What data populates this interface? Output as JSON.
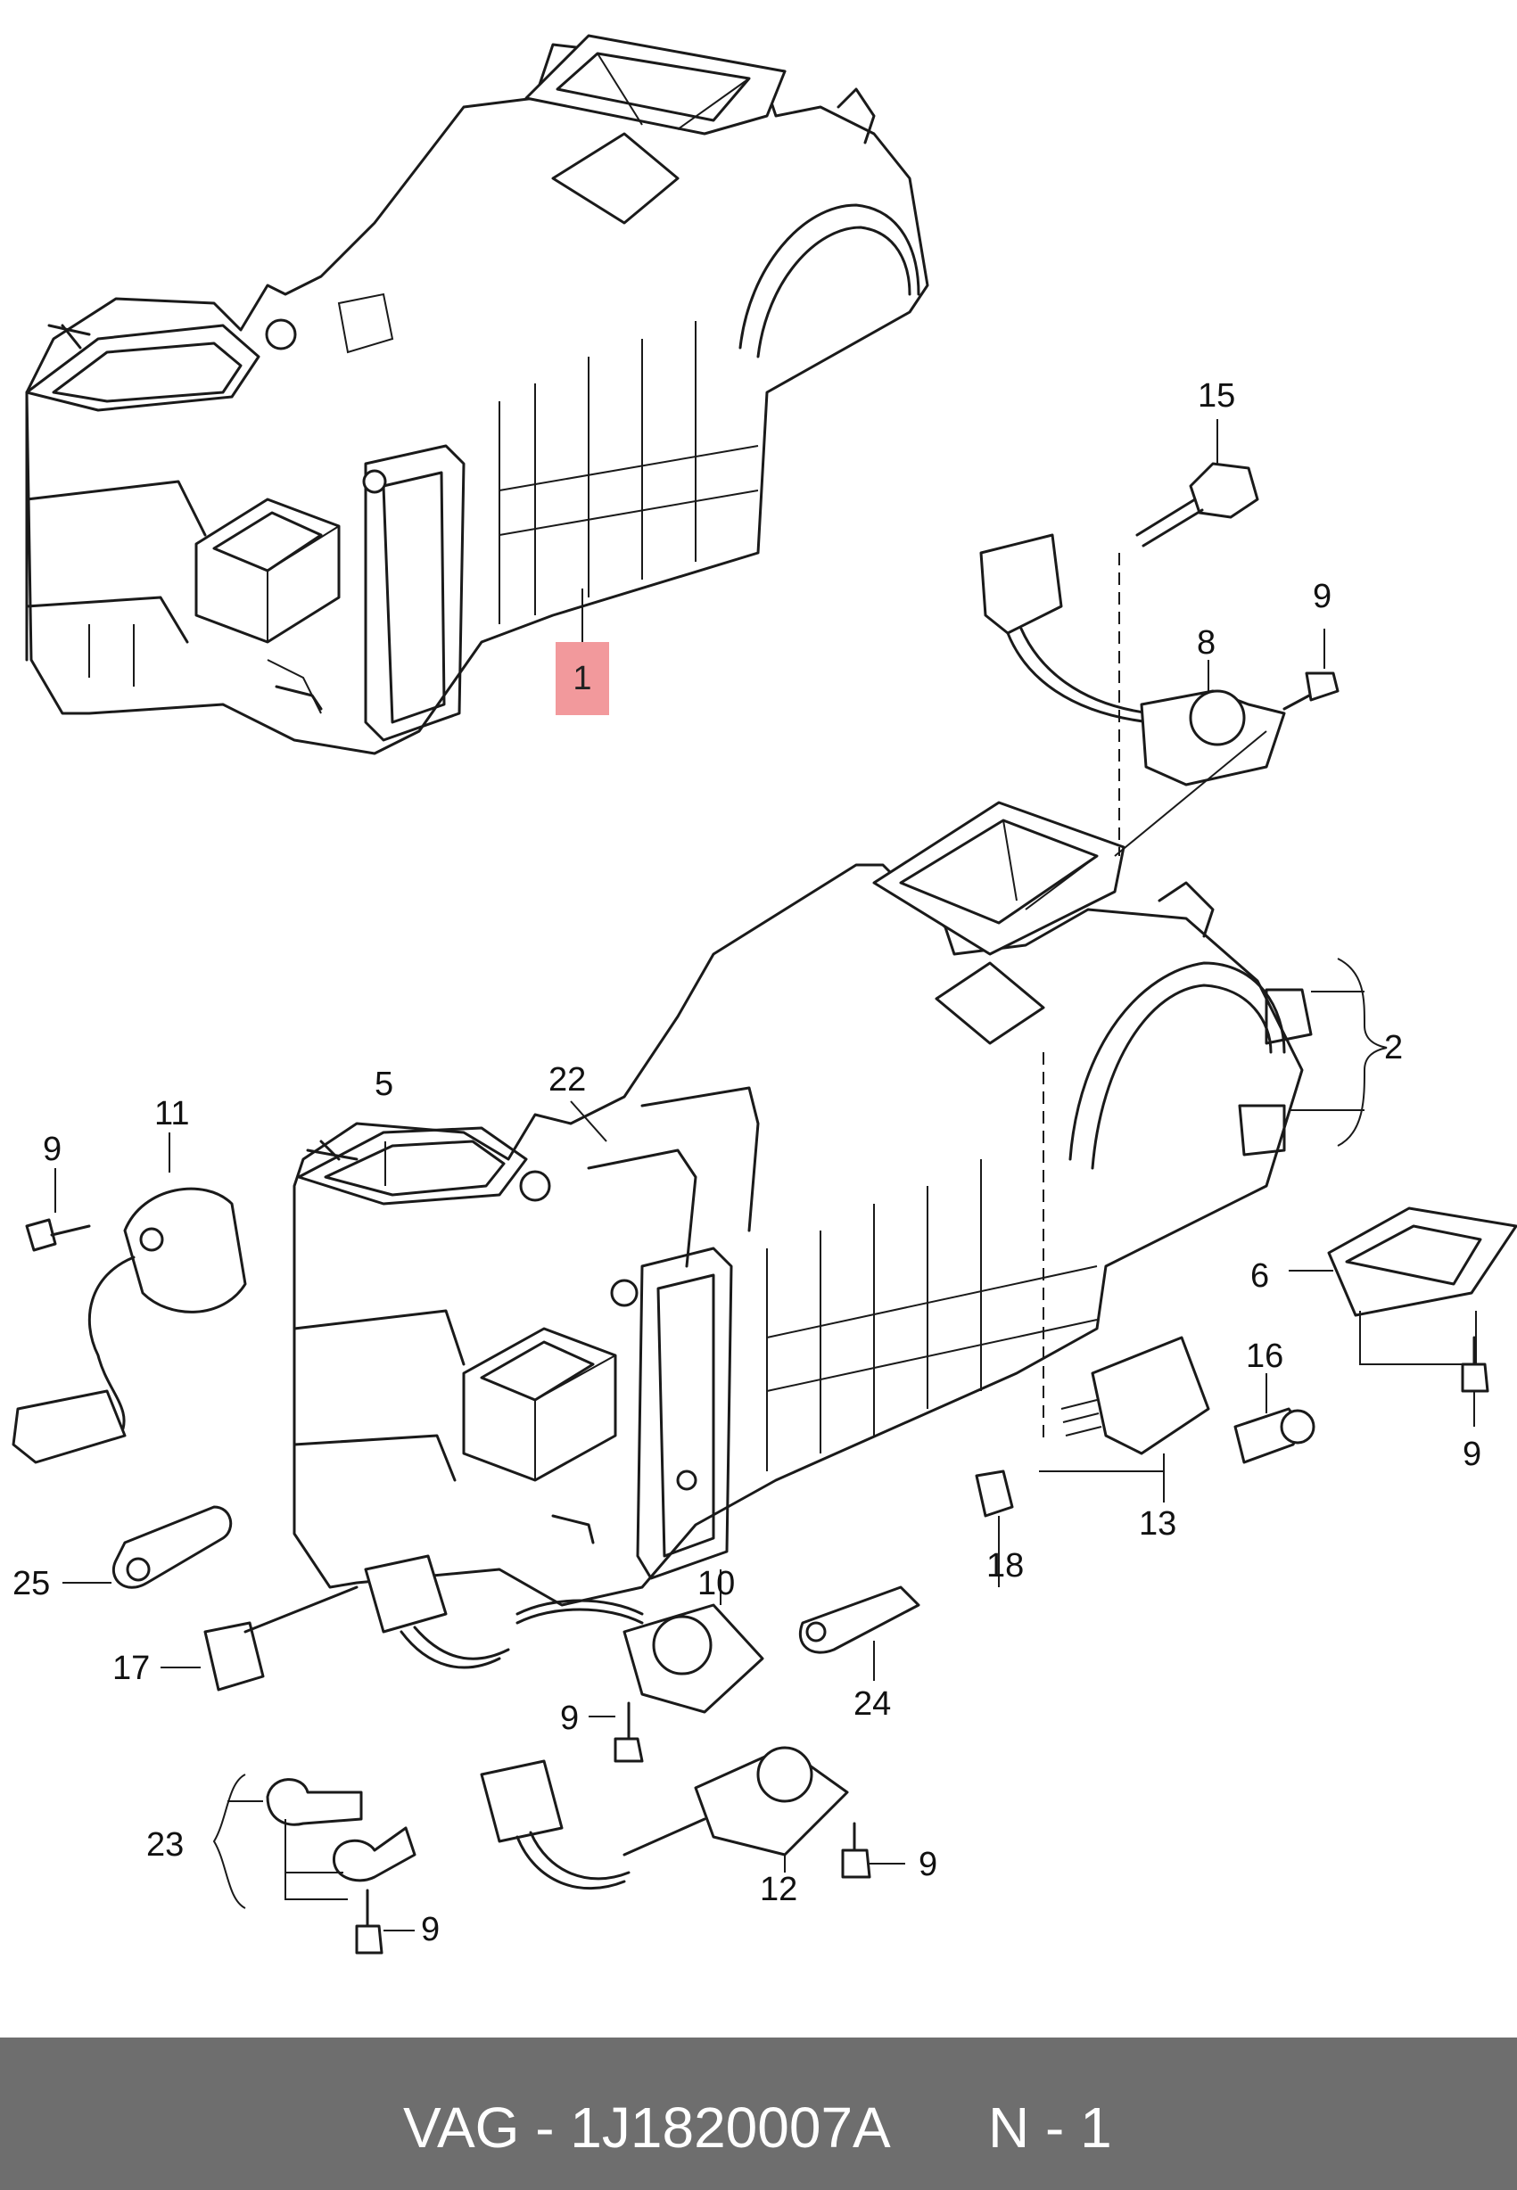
{
  "footer": {
    "part_number": "VAG - 1J1820007A",
    "page_marker": "N - 1"
  },
  "callouts": {
    "c1": "1",
    "c2": "2",
    "c5": "5",
    "c6": "6",
    "c8": "8",
    "c9a": "9",
    "c9b": "9",
    "c9c": "9",
    "c9d": "9",
    "c9e": "9",
    "c9f": "9",
    "c10": "10",
    "c11": "11",
    "c12": "12",
    "c13": "13",
    "c15": "15",
    "c16": "16",
    "c17": "17",
    "c18": "18",
    "c22": "22",
    "c23": "23",
    "c24": "24",
    "c25": "25"
  },
  "colors": {
    "highlight": "#f2999c",
    "footer_bg": "#6e6e6e",
    "footer_text": "#ffffff"
  }
}
